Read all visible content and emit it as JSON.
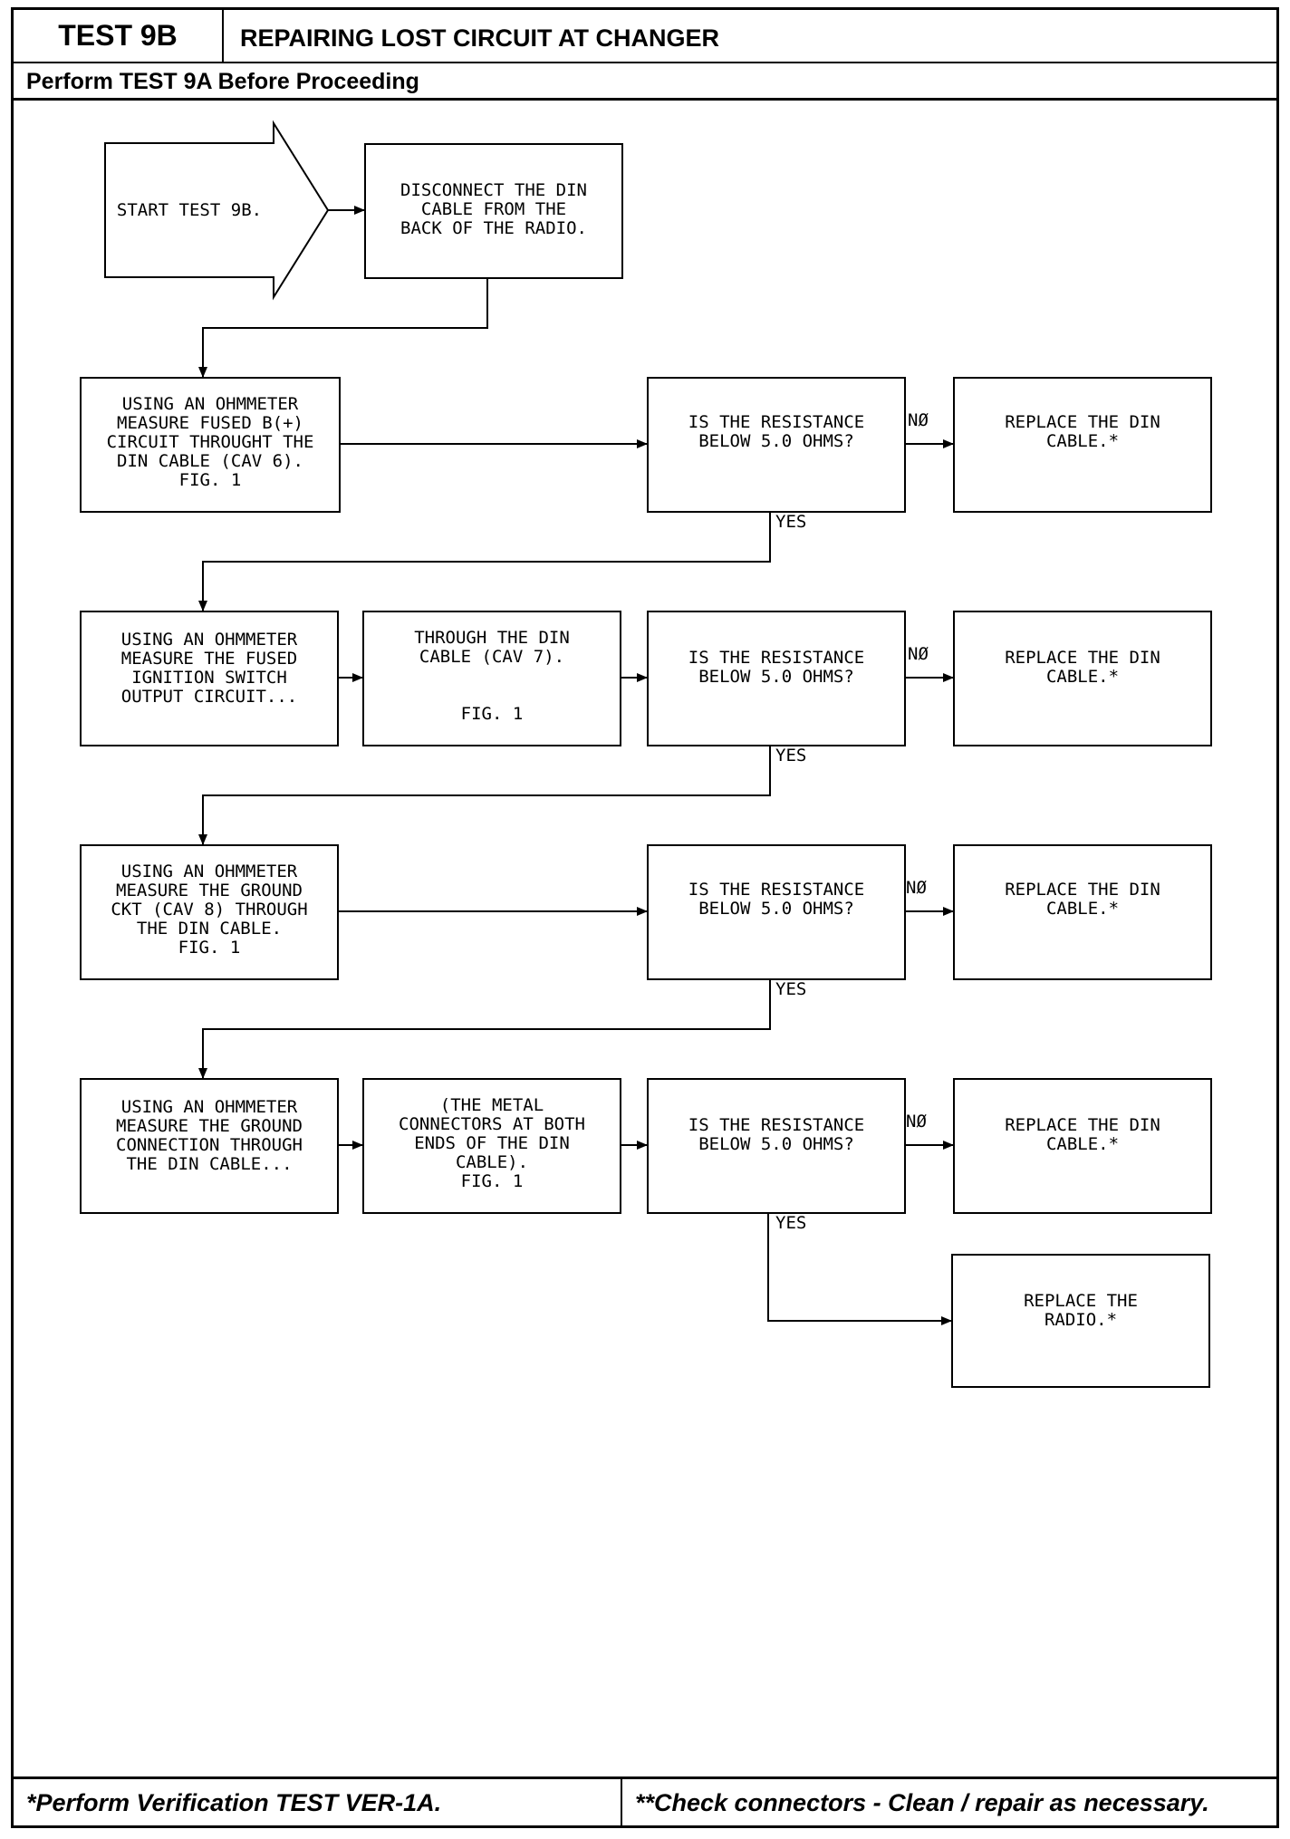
{
  "header": {
    "test_id": "TEST 9B",
    "title": "REPAIRING LOST CIRCUIT AT CHANGER",
    "prerequisite": "Perform TEST 9A Before Proceeding"
  },
  "flowchart": {
    "start": [
      "START TEST 9B."
    ],
    "disconnect": [
      "DISCONNECT THE DIN",
      "CABLE FROM THE",
      "BACK OF THE RADIO."
    ],
    "row1": {
      "step": [
        "USING AN OHMMETER",
        "MEASURE FUSED B(+)",
        "CIRCUIT THROUGHT THE",
        "DIN CABLE (CAV 6).",
        "FIG. 1"
      ],
      "question": [
        "IS THE RESISTANCE",
        "BELOW 5.0 OHMS?"
      ],
      "no_action": [
        "REPLACE THE DIN",
        "CABLE.*"
      ]
    },
    "row2": {
      "step": [
        "USING AN OHMMETER",
        "MEASURE THE FUSED",
        "IGNITION SWITCH",
        "OUTPUT CIRCUIT..."
      ],
      "step_cont": [
        "THROUGH THE DIN",
        "CABLE (CAV 7)."
      ],
      "step_fig": "FIG. 1",
      "question": [
        "IS THE RESISTANCE",
        "BELOW 5.0 OHMS?"
      ],
      "no_action": [
        "REPLACE THE DIN",
        "CABLE.*"
      ]
    },
    "row3": {
      "step": [
        "USING AN OHMMETER",
        "MEASURE THE GROUND",
        "CKT (CAV 8) THROUGH",
        "THE DIN CABLE.",
        "FIG. 1"
      ],
      "question": [
        "IS THE RESISTANCE",
        "BELOW 5.0 OHMS?"
      ],
      "no_action": [
        "REPLACE THE DIN",
        "CABLE.*"
      ]
    },
    "row4": {
      "step": [
        "USING AN OHMMETER",
        "MEASURE THE GROUND",
        "CONNECTION THROUGH",
        "THE DIN CABLE..."
      ],
      "step_cont": [
        "(THE METAL",
        "CONNECTORS AT BOTH",
        "ENDS OF THE DIN",
        "CABLE).",
        "FIG. 1"
      ],
      "question": [
        "IS THE RESISTANCE",
        "BELOW 5.0 OHMS?"
      ],
      "no_action": [
        "REPLACE THE DIN",
        "CABLE.*"
      ]
    },
    "final": [
      "REPLACE THE",
      "RADIO.*"
    ],
    "labels": {
      "no": "NØ",
      "yes": "YES"
    }
  },
  "footer": {
    "left": "*Perform Verification TEST VER-1A.",
    "right": "**Check connectors - Clean / repair as necessary."
  }
}
